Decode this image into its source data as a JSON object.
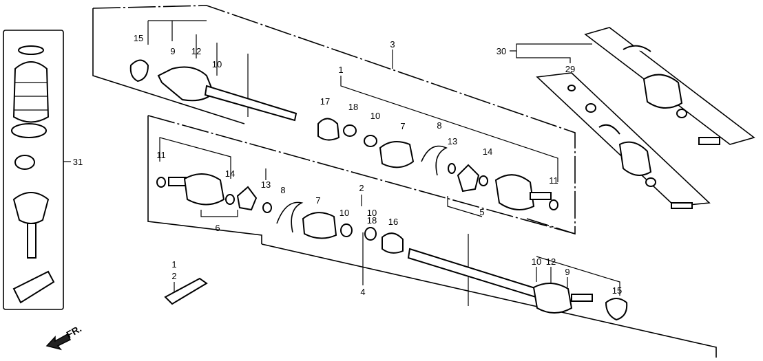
{
  "diagram": {
    "direction_label": "FR.",
    "labels": {
      "upper_15": "15",
      "upper_9": "9",
      "upper_12": "12",
      "upper_10": "10",
      "upper_3": "3",
      "upper_1": "1",
      "upper_17": "17",
      "upper_18": "18",
      "upper_10b": "10",
      "upper_7": "7",
      "upper_8": "8",
      "upper_13": "13",
      "upper_14": "14",
      "upper_11": "11",
      "lower_11": "11",
      "lower_14": "14",
      "lower_13": "13",
      "lower_8": "8",
      "lower_7": "7",
      "lower_2": "2",
      "lower_10a": "10",
      "lower_10b": "10",
      "lower_18": "18",
      "lower_16": "16",
      "lower_5": "5",
      "lower_6": "6",
      "lower_4": "4",
      "grease_1": "1",
      "grease_2": "2",
      "lower_r10": "10",
      "lower_r12": "12",
      "lower_r9": "9",
      "lower_r15": "15",
      "kit_30": "30",
      "kit_29": "29",
      "kit_31": "31"
    }
  }
}
